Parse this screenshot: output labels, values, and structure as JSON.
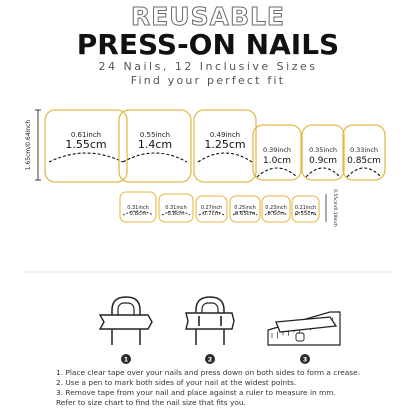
{
  "header": {
    "title_top": "REUSABLE",
    "title_main": "PRESS-ON NAILS",
    "subtitle1": "24 Nails, 12 Inclusive Sizes",
    "subtitle2": "Find your perfect fit"
  },
  "big_row_height": "1.65cm/0.64inch",
  "small_row_height": "0.55cm/0.19inch",
  "big_nails": [
    {
      "inch": "0.61inch",
      "cm": "1.55cm"
    },
    {
      "inch": "0.55inch",
      "cm": "1.4cm"
    },
    {
      "inch": "0.49inch",
      "cm": "1.25cm"
    },
    {
      "inch": "0.39inch",
      "cm": "1.0cm"
    },
    {
      "inch": "0.35inch",
      "cm": "0.9cm"
    },
    {
      "inch": "0.33inch",
      "cm": "0.85cm"
    }
  ],
  "small_nails": [
    {
      "inch": "0.31inch",
      "cm": "0.8cm"
    },
    {
      "inch": "0.31inch",
      "cm": "0.8cm"
    },
    {
      "inch": "0.27inch",
      "cm": "0.7cm"
    },
    {
      "inch": "0.25inch",
      "cm": "0.65cm"
    },
    {
      "inch": "0.23inch",
      "cm": "0.6cm"
    },
    {
      "inch": "0.21inch",
      "cm": "0.55cm"
    }
  ],
  "steps": [
    "1",
    "2",
    "3"
  ],
  "instructions": [
    "1. Place clear tape over your nails and press down on both sides to form a crease.",
    "2. Use a pen to mark both sides of your nail at the widest points.",
    "3. Remove tape from your nail and place against a ruler to measure in mm.",
    "    Refer to size chart to find the nail size that fits you."
  ],
  "colors": {
    "nail_outline": "#e6b84a",
    "text": "#1a1a1a",
    "badge": "#2b2b2b"
  }
}
